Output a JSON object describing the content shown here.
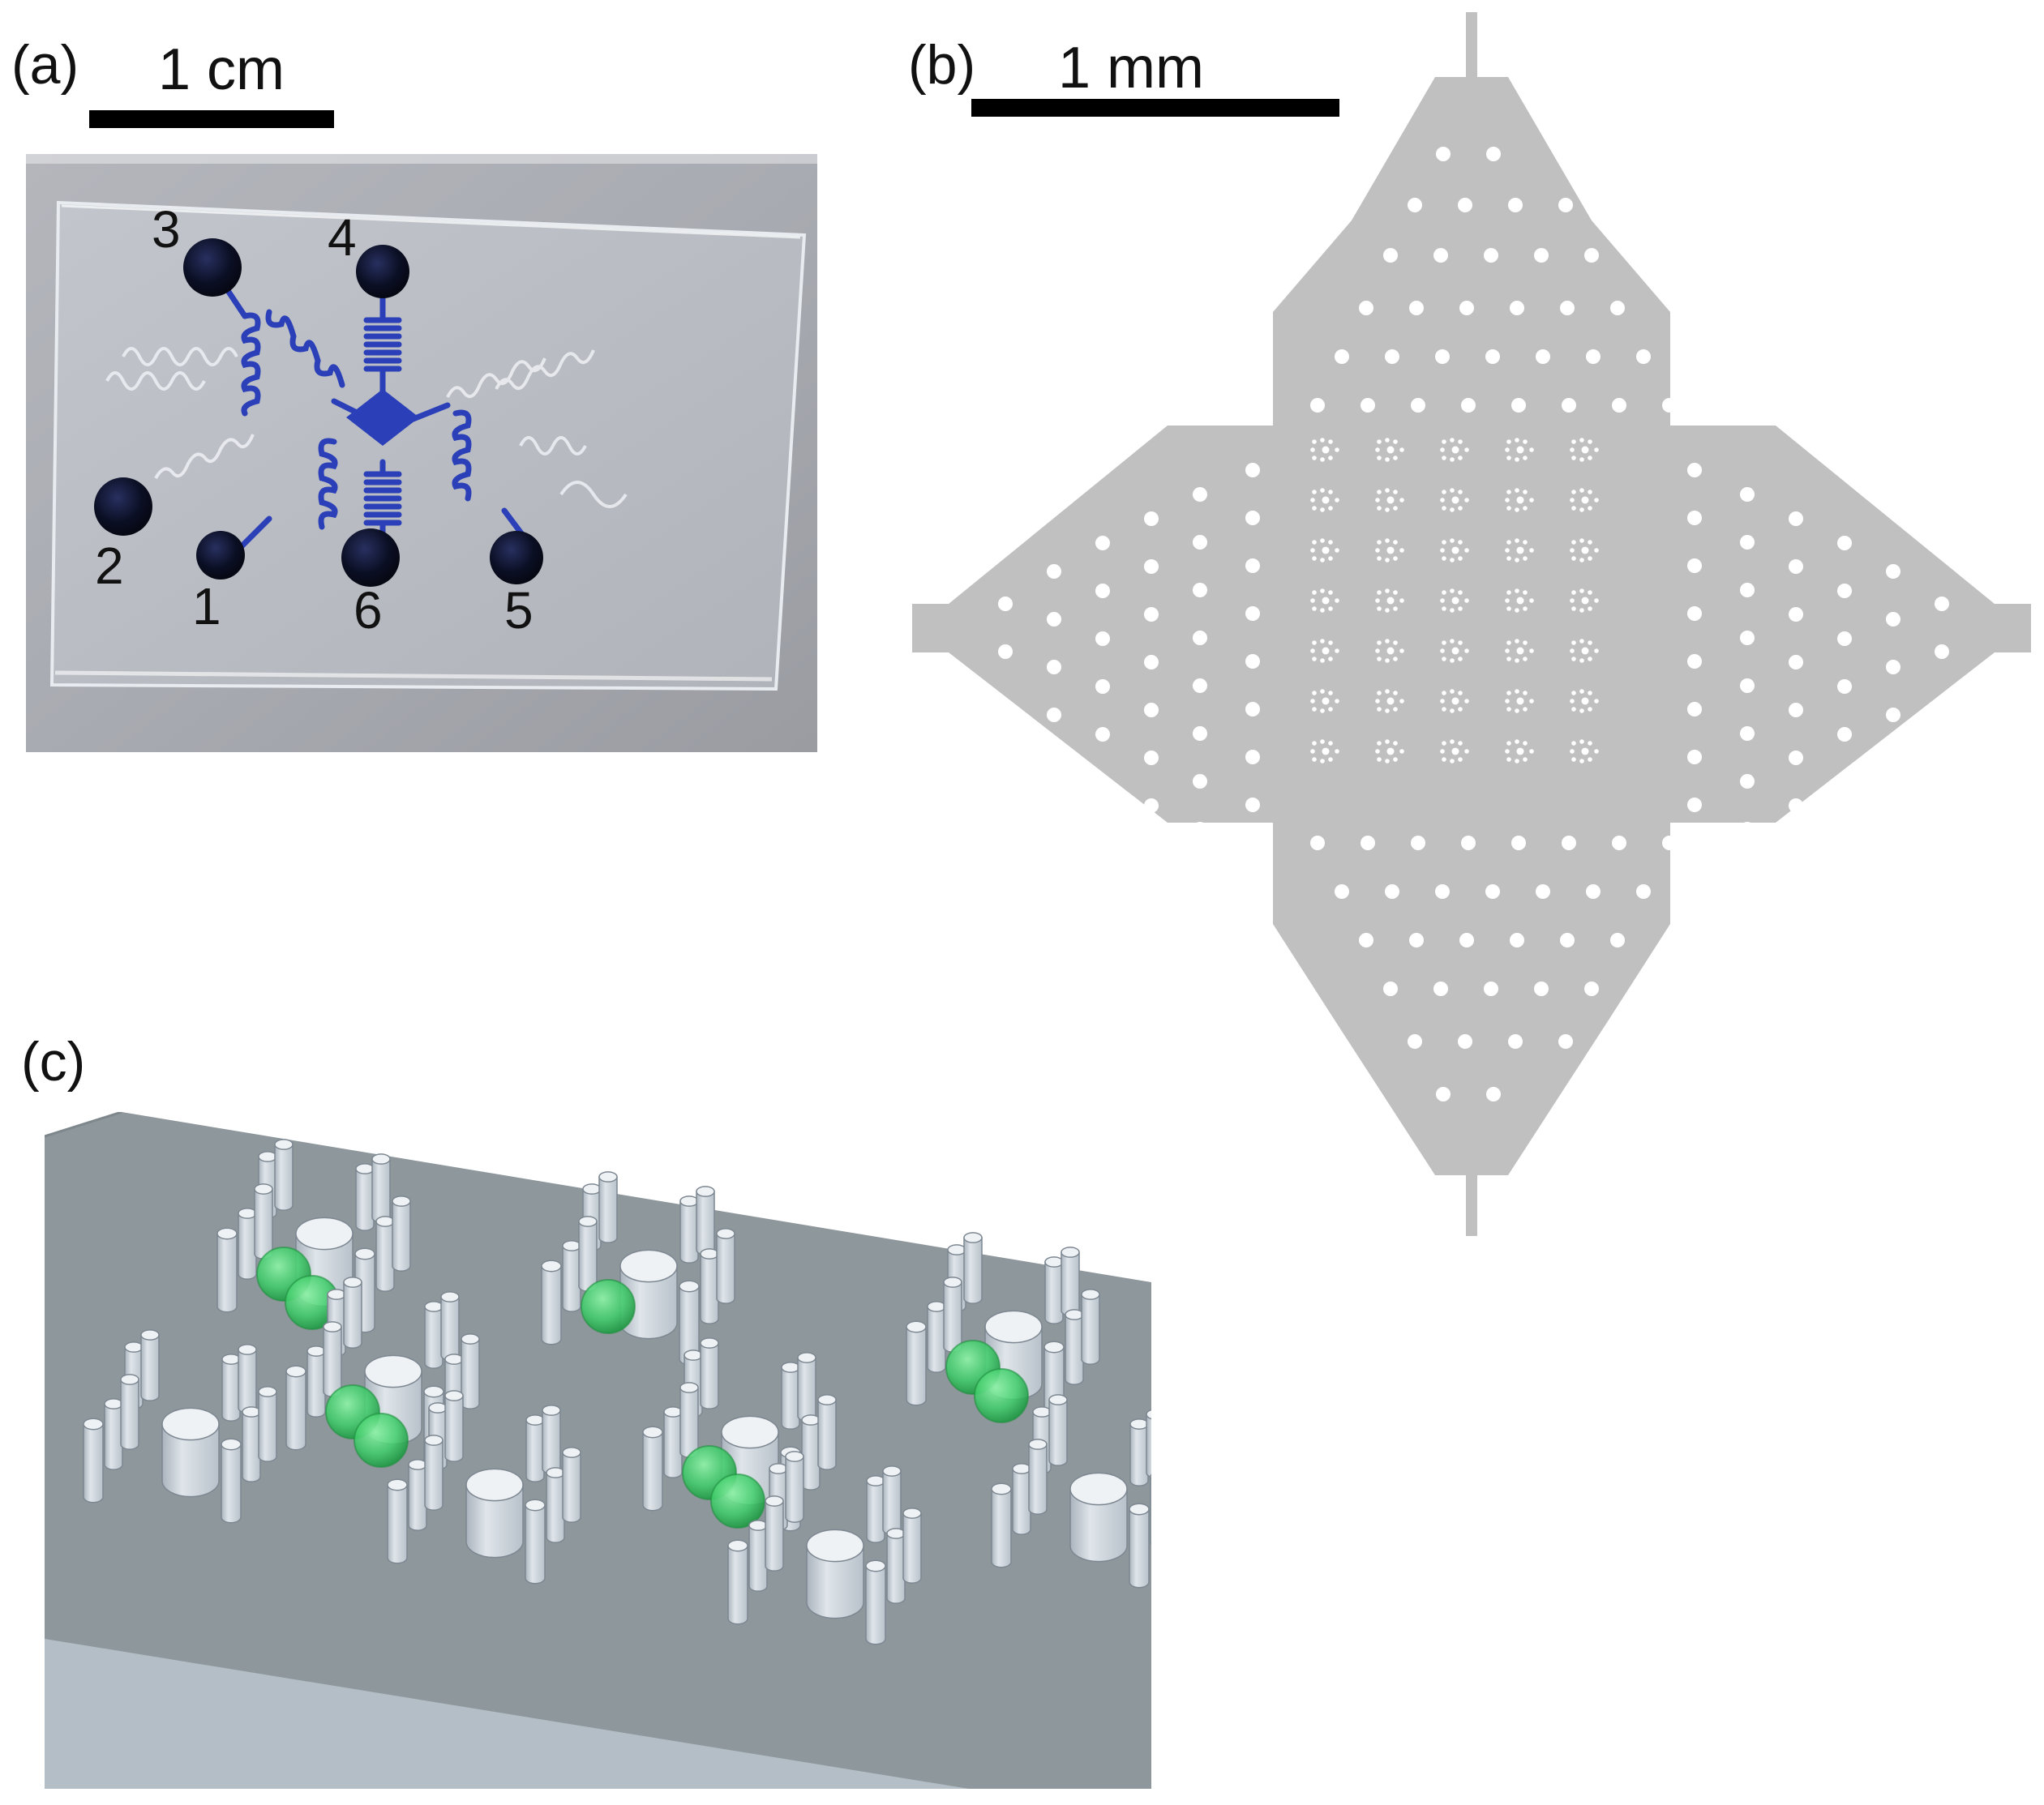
{
  "panel_a": {
    "label": "(a)",
    "scale_text": "1 cm",
    "ports": [
      "3",
      "4",
      "2",
      "1",
      "6",
      "5"
    ]
  },
  "panel_b": {
    "label": "(b)",
    "scale_text": "1 mm"
  },
  "panel_c": {
    "label": "(c)"
  },
  "colors": {
    "chip_body": "#c0c0c0",
    "channel_blue": "#2a3fb8",
    "port_dark": "#0b0f24",
    "slab_top": "#8e979b",
    "pillar": "#c6ced6",
    "bead": "#3fce6a"
  }
}
